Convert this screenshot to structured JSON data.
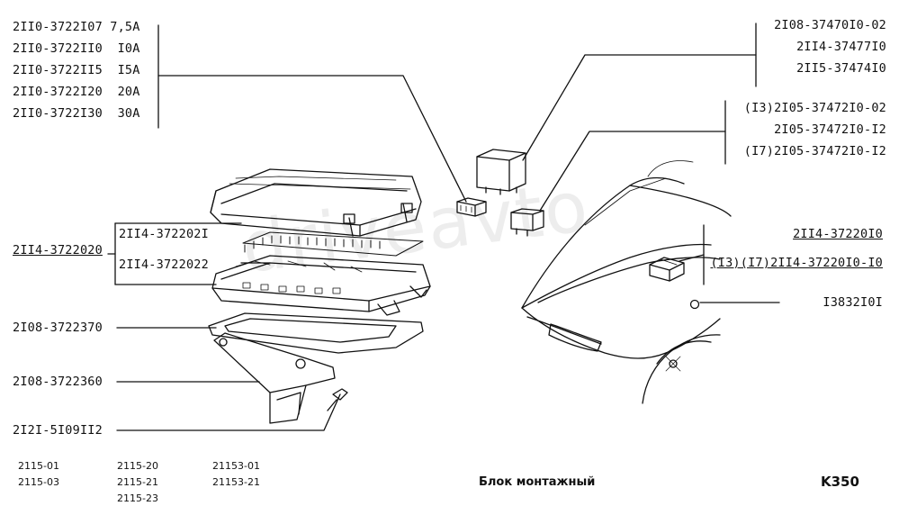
{
  "watermark": "driveavto",
  "fuse_labels": [
    "2II0-3722I07 7,5A",
    "2II0-3722II0  I0A",
    "2II0-3722II5  I5A",
    "2II0-3722I20  20A",
    "2II0-3722I30  30A"
  ],
  "relay_group_1": [
    "2I08-37470I0-02",
    "2II4-37477I0",
    "2II5-37474I0"
  ],
  "relay_group_2": [
    "(I3)2I05-37472I0-02",
    "2I05-37472I0-I2",
    "(I7)2I05-37472I0-I2"
  ],
  "block_part": "2II4-3722020",
  "block_sub_1": "2II4-372202I",
  "block_sub_2": "2II4-3722022",
  "gasket_part": "2I08-3722370",
  "bracket_part": "2I08-3722360",
  "screw_part": "2I2I-5I09II2",
  "harness_part_1": "2II4-37220I0",
  "harness_part_2": "(I3)(I7)2II4-37220I0-I0",
  "clip_part": "I3832I0I",
  "models": {
    "col1": [
      "2115-01",
      "2115-03"
    ],
    "col2": [
      "2115-20",
      "2115-21",
      "2115-23"
    ],
    "col3": [
      "21153-01",
      "21153-21"
    ]
  },
  "caption": "Блок монтажный",
  "page_code": "K350",
  "colors": {
    "ink": "#111111",
    "background": "#ffffff"
  }
}
